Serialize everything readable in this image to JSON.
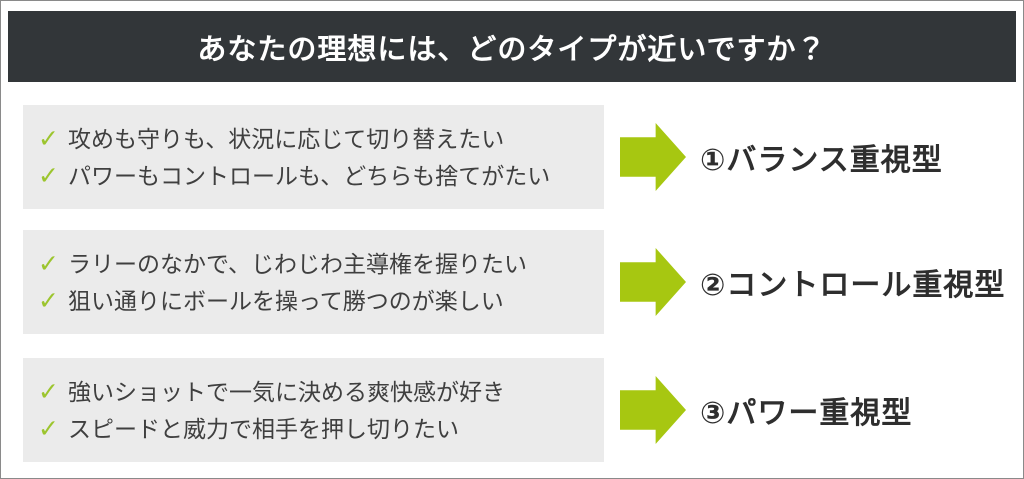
{
  "header": {
    "title": "あなたの理想には、どのタイプが近いですか？"
  },
  "colors": {
    "header_bg": "#323639",
    "panel_bg": "#ebebeb",
    "accent_green": "#a7c711",
    "check_green": "#9cc52e",
    "text_dark": "#3f3f3f",
    "label_dark": "#2e2e2e",
    "border_gray": "#8a8a8a"
  },
  "icons": {
    "check": "✓",
    "arrow": "right-block-arrow"
  },
  "rows": [
    {
      "items": [
        {
          "check": "✓",
          "text": "攻めも守りも、状況に応じて切り替えたい"
        },
        {
          "check": "✓",
          "text": "パワーもコントロールも、どちらも捨てがたい"
        }
      ],
      "type": "①バランス重視型"
    },
    {
      "items": [
        {
          "check": "✓",
          "text": "ラリーのなかで、じわじわ主導権を握りたい"
        },
        {
          "check": "✓",
          "text": "狙い通りにボールを操って勝つのが楽しい"
        }
      ],
      "type": "②コントロール重視型"
    },
    {
      "items": [
        {
          "check": "✓",
          "text": "強いショットで一気に決める爽快感が好き"
        },
        {
          "check": "✓",
          "text": "スピードと威力で相手を押し切りたい"
        }
      ],
      "type": "③パワー重視型"
    }
  ]
}
